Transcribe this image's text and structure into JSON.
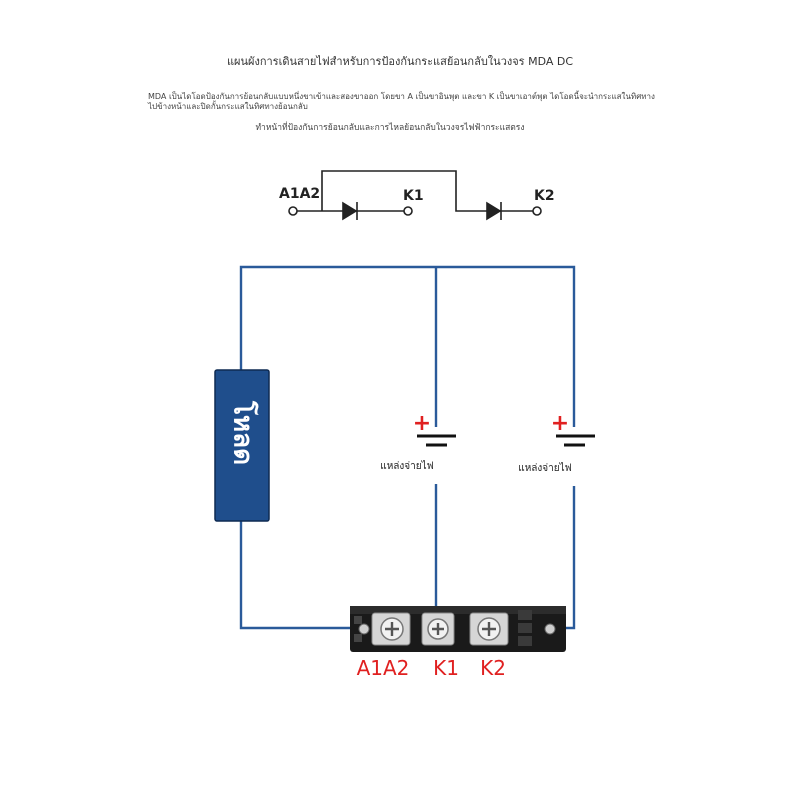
{
  "title": "แผนผังการเดินสายไฟสำหรับการป้องกันกระแสย้อนกลับในวงจร MDA DC",
  "description_line1": "MDA เป็นไดโอดป้องกันการย้อนกลับแบบหนึ่งขาเข้าและสองขาออก โดยขา A เป็นขาอินพุต และขา K เป็นขาเอาต์พุต ไดโอดนี้จะนำกระแสในทิศทาง",
  "description_line2": "ไปข้างหน้าและปิดกั้นกระแสในทิศทางย้อนกลับ",
  "description_line3": "ทำหน้าที่ป้องกันการย้อนกลับและการไหลย้อนกลับในวงจรไฟฟ้ากระแสตรง",
  "symbol": {
    "input_label": "A1A2",
    "output1_label": "K1",
    "output2_label": "K2"
  },
  "load_label": "โหลด",
  "power_sources": [
    {
      "label": "แหล่งจ่ายไฟ",
      "polarity": "+"
    },
    {
      "label": "แหล่งจ่ายไฟ",
      "polarity": "+"
    }
  ],
  "terminals": [
    "A1A2",
    "K1",
    "K2"
  ],
  "colors": {
    "wire": "#2a5a9a",
    "load_fill": "#1f4e8c",
    "positive": "#e02020",
    "terminal_label": "#e02020",
    "module_body": "#1a1a1a"
  }
}
